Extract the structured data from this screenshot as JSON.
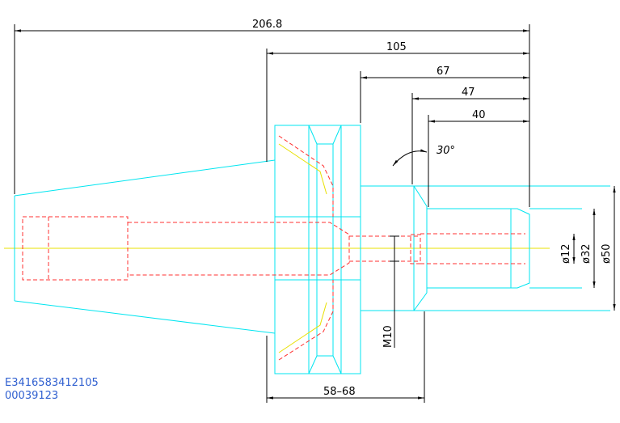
{
  "dimensions": {
    "overall_length": "206.8",
    "flange_to_end": "105",
    "collar_to_end": "67",
    "bore_step_to_end": "47",
    "nose_length": "40",
    "chamfer_angle": "30°",
    "dia_inner": "ø12",
    "dia_nose": "ø32",
    "dia_collar": "ø50",
    "thread": "M10",
    "gauge_range": "58–68"
  },
  "part_codes": {
    "line1": "E3416583412105",
    "line2": "00039123"
  },
  "colors": {
    "outline": "#00e5f0",
    "hidden": "#ff3030",
    "centerline": "#e8e000",
    "dimension": "#000000",
    "code_text": "#3060d0"
  }
}
